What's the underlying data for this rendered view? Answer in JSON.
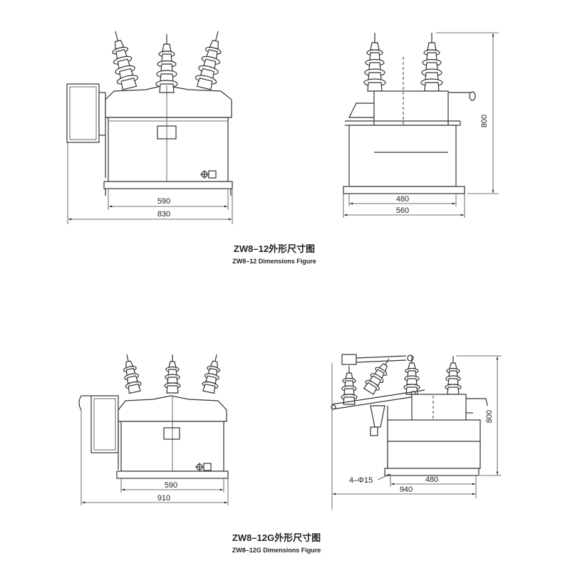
{
  "figure1": {
    "caption_cn": "ZW8–12外形尺寸图",
    "caption_en": "ZW8–12 Dimensions Figure",
    "front": {
      "dim_inner": "590",
      "dim_outer": "830"
    },
    "side": {
      "dim_inner": "480",
      "dim_outer": "560",
      "dim_height": "800"
    }
  },
  "figure2": {
    "caption_cn": "ZW8–12G外形尺寸图",
    "caption_en": "ZW8–12G Dimensions Figure",
    "front": {
      "dim_inner": "590",
      "dim_outer": "910"
    },
    "side": {
      "dim_inner": "480",
      "dim_outer": "940",
      "dim_height": "800",
      "hole_label": "4–Φ15"
    }
  }
}
